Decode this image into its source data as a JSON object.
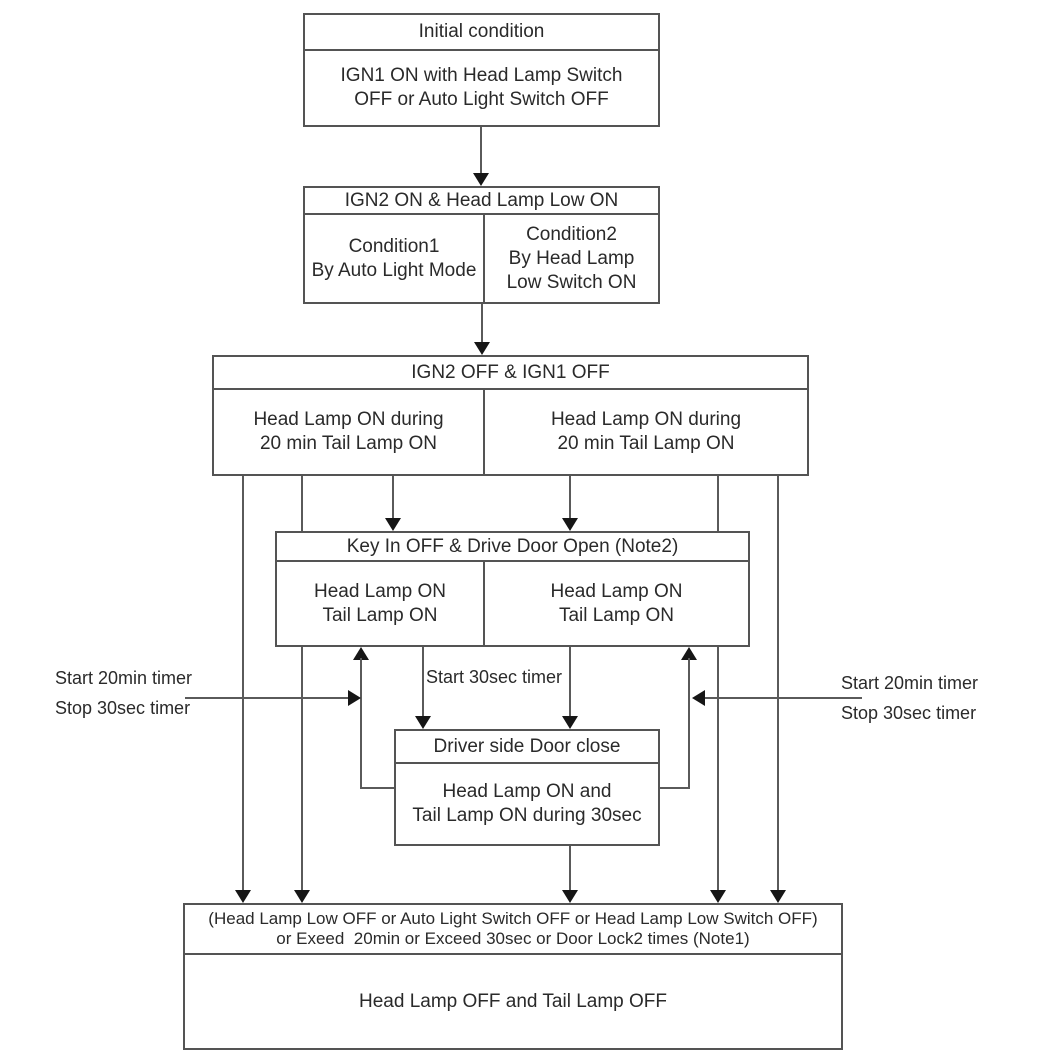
{
  "colors": {
    "background": "#ffffff",
    "line": "#5a5a5a",
    "border": "#545454",
    "text": "#2a2a2a",
    "arrowhead": "#161616"
  },
  "boxes": {
    "initial_condition": {
      "title": "Initial condition",
      "body": "IGN1 ON with Head Lamp Switch\nOFF or Auto Light Switch OFF"
    },
    "ign2_on": {
      "title": "IGN2 ON & Head Lamp Low ON",
      "left_cell": "Condition1\nBy Auto Light Mode",
      "right_cell": "Condition2\nBy Head Lamp\nLow Switch ON"
    },
    "ign2_off": {
      "title": "IGN2 OFF & IGN1 OFF",
      "left_cell": "Head Lamp ON during\n20 min Tail Lamp ON",
      "right_cell": "Head Lamp ON during\n20 min Tail Lamp ON"
    },
    "key_in_off": {
      "title": "Key In OFF & Drive Door Open (Note2)",
      "left_cell": "Head Lamp ON\nTail Lamp ON",
      "right_cell": "Head Lamp ON\nTail Lamp ON"
    },
    "driver_door_close": {
      "title": "Driver side Door close",
      "body": "Head Lamp ON and\nTail Lamp ON during 30sec"
    },
    "lamps_off": {
      "title": "(Head Lamp Low OFF or Auto Light Switch OFF or Head Lamp Low Switch OFF)\nor Exeed  20min or Exceed 30sec or Door Lock2 times (Note1)",
      "body": "Head Lamp OFF and Tail Lamp OFF"
    }
  },
  "labels": {
    "left_timer": "Start 20min timer\nStop 30sec timer",
    "right_timer": "Start 20min timer\nStop 30sec timer",
    "start_30sec_timer": "Start 30sec timer"
  }
}
